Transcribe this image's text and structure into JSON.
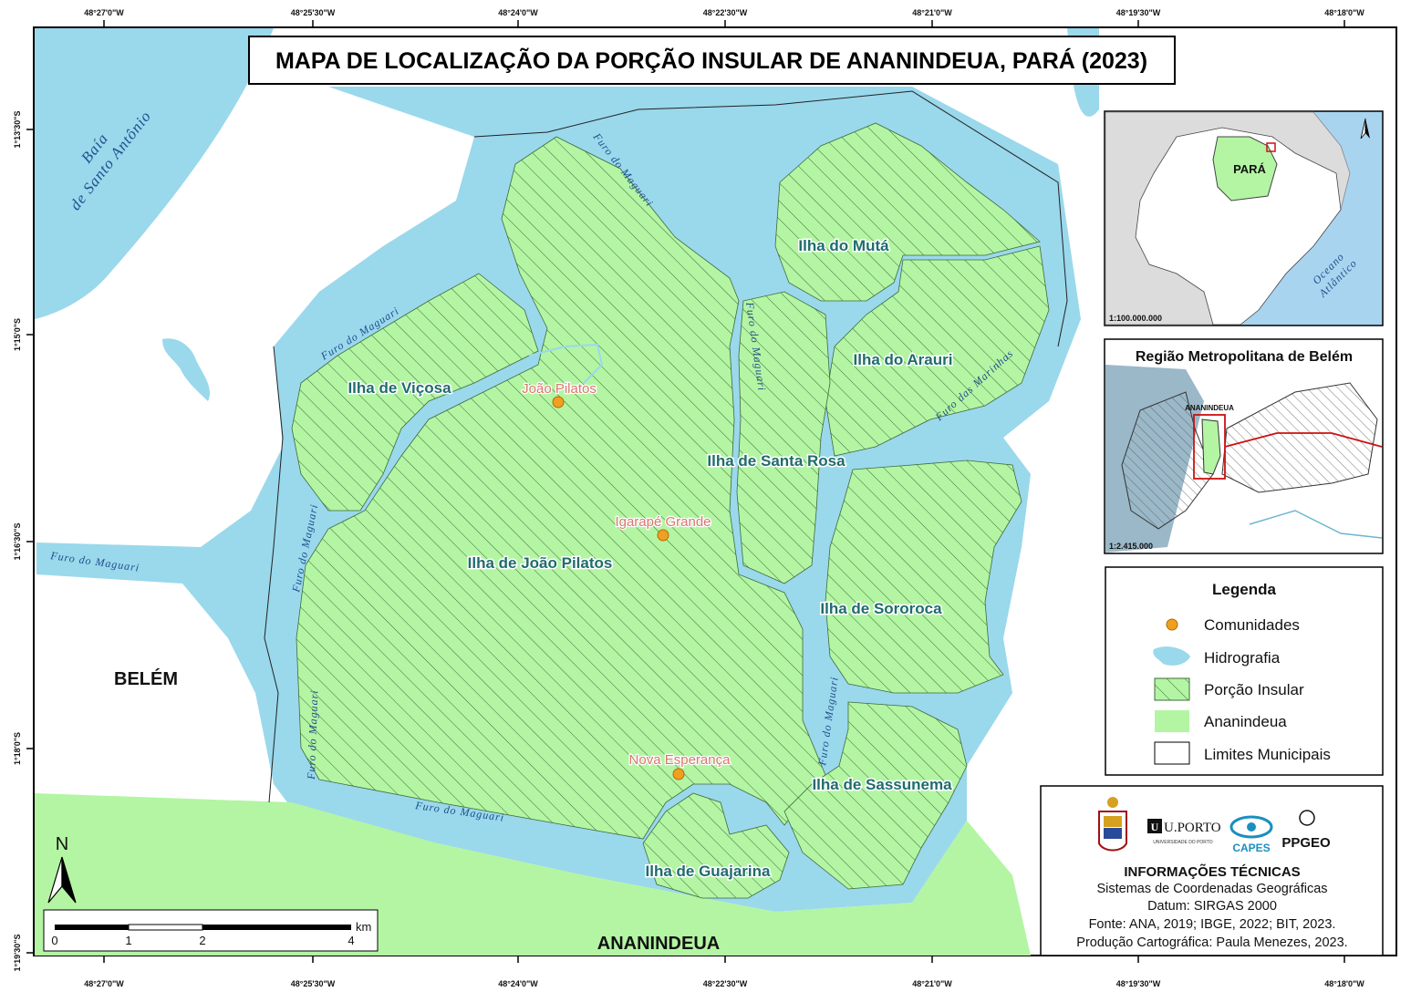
{
  "title": "MAPA DE LOCALIZAÇÃO DA PORÇÃO INSULAR DE ANANINDEUA, PARÁ (2023)",
  "coords": {
    "top": [
      "48°27'0\"W",
      "48°25'30\"W",
      "48°24'0\"W",
      "48°22'30\"W",
      "48°21'0\"W",
      "48°19'30\"W",
      "48°18'0\"W"
    ],
    "bottom": [
      "48°27'0\"W",
      "48°25'30\"W",
      "48°24'0\"W",
      "48°22'30\"W",
      "48°21'0\"W",
      "48°19'30\"W",
      "48°18'0\"W"
    ],
    "left": [
      "1°13'30\"S",
      "1°15'0\"S",
      "1°16'30\"S",
      "1°18'0\"S",
      "1°19'30\"S"
    ]
  },
  "islands": {
    "vicosa": "Ilha de Viçosa",
    "joao_pilatos": "Ilha de João Pilatos",
    "muta": "Ilha do Mutá",
    "arauri": "Ilha do Arauri",
    "santa_rosa": "Ilha de Santa Rosa",
    "sororoca": "Ilha de Sororoca",
    "sassunema": "Ilha de Sassunema",
    "guajarina": "Ilha de Guajarina"
  },
  "rivers": {
    "baia_line1": "Baía",
    "baia_line2": "de Santo Antônio",
    "furo_maguari": "Furo do Maguari",
    "furo_marinhas": "Furo das Marinhas"
  },
  "communities": {
    "joao_pilatos": "João Pilatos",
    "igarape_grande": "Igarapé Grande",
    "nova_esperanca": "Nova Esperança"
  },
  "cities": {
    "belem": "BELÉM",
    "ananindeua": "ANANINDEUA"
  },
  "inset_brazil": {
    "state_label": "PARÁ",
    "ocean_line1": "Oceano",
    "ocean_line2": "Atlântico",
    "scale": "1:100.000.000"
  },
  "inset_rmb": {
    "title": "Região Metropolitana de Belém",
    "label": "ANANINDEUA",
    "scale": "1:2.415.000"
  },
  "legend": {
    "title": "Legenda",
    "items": [
      "Comunidades",
      "Hidrografia",
      "Porção Insular",
      "Ananindeua",
      "Limites Municipais"
    ]
  },
  "info": {
    "title": "INFORMAÇÕES TÉCNICAS",
    "line1": "Sistemas de Coordenadas Geográficas",
    "line2": "Datum: SIRGAS 2000",
    "line3": "Fonte: ANA, 2019; IBGE, 2022; BIT, 2023.",
    "line4": "Produção Cartográfica: Paula Menezes, 2023.",
    "logo_uporto": "U.PORTO",
    "logo_uporto_sub": "UNIVERSIDADE DO PORTO",
    "logo_capes": "CAPES",
    "logo_ppgeo": "PPGEO"
  },
  "north_label": "N",
  "scalebar": {
    "ticks": [
      "0",
      "1",
      "2",
      "4"
    ],
    "unit": "km"
  },
  "colors": {
    "water": "#9ad8ec",
    "land_green": "#b3f5a3",
    "community": "#f0a020",
    "scale_red": "#cc1111"
  }
}
